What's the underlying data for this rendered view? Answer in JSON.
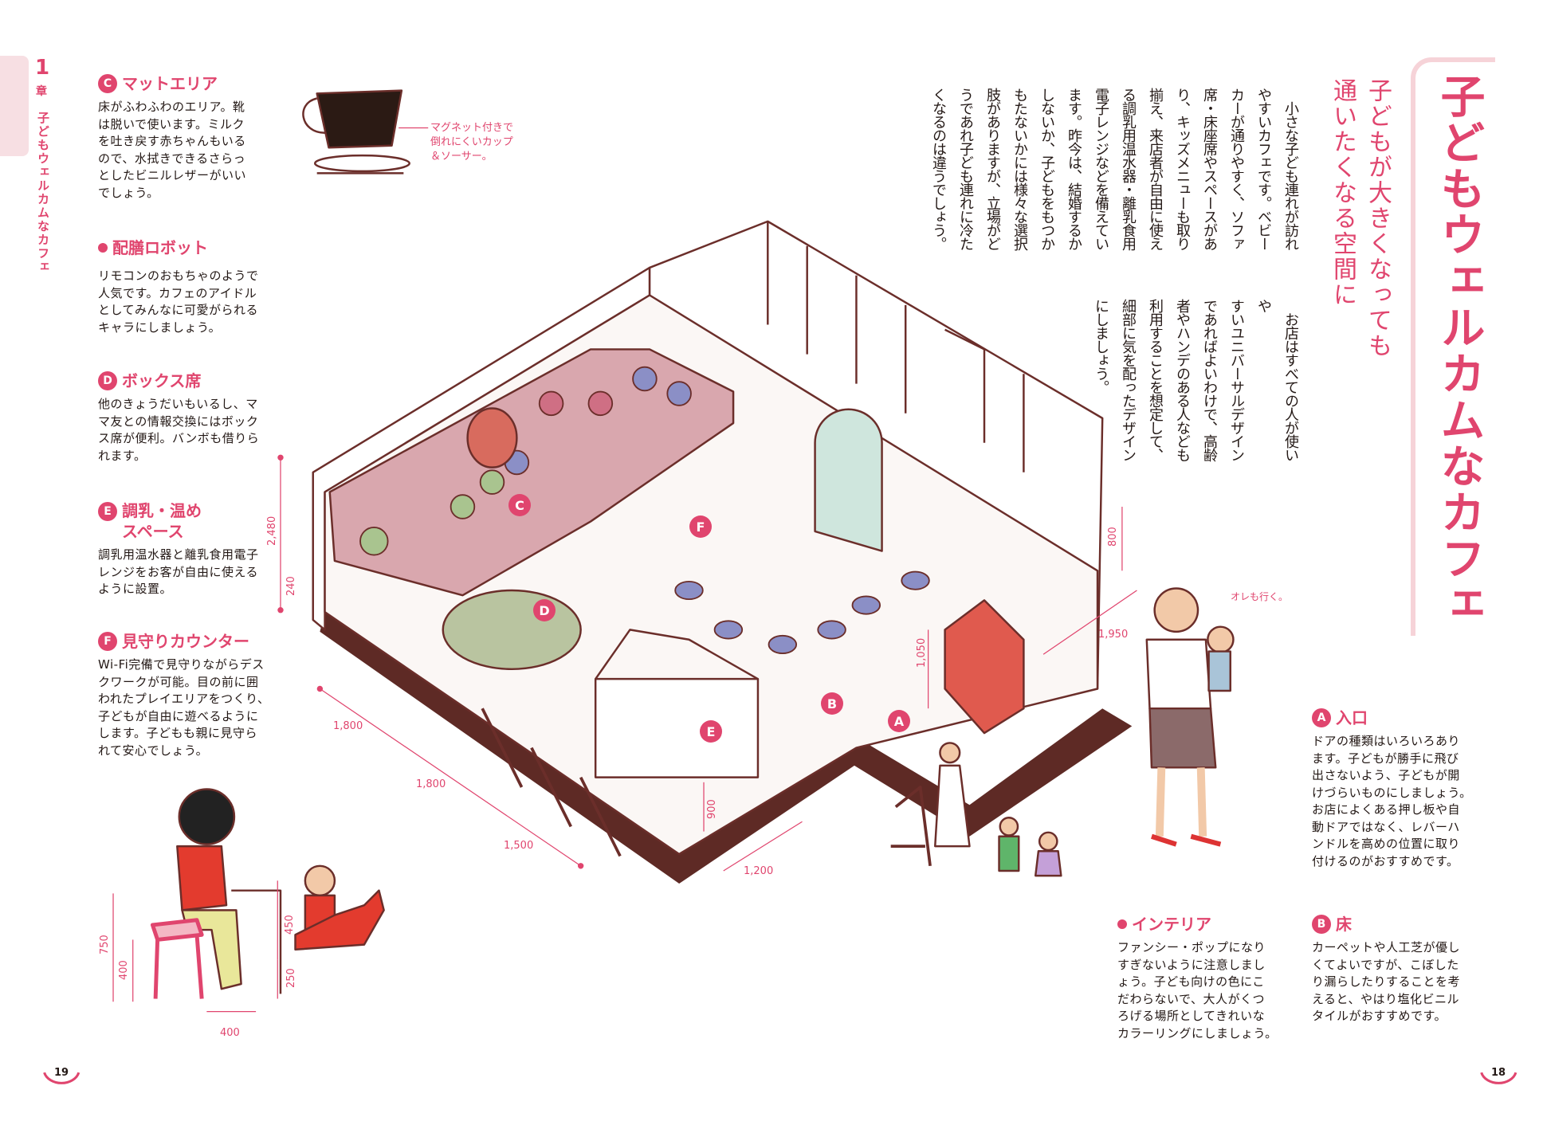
{
  "chapter": {
    "number": "1",
    "kanji": "章",
    "title": "子どもウェルカムなカフェ"
  },
  "title": "子どもウェルカムなカフェ",
  "subtitle": "子どもが大きくなっても\n通いたくなる空間に",
  "body": {
    "paragraph1": "　小さな子ども連れが訪れ\nやすいカフェです。ベビー\nカーが通りやすく、ソファ\n席・床座席やスペースがあ\nり、キッズメニューも取り\n揃え、来店者が自由に使え\nる調乳用温水器・離乳食用\n電子レンジなどを備えてい\nます。昨今は、結婚するか\nしないか、子どもをもつか\nもたないかには様々な選択\n肢がありますが、立場がど\nうであれ子ども連れに冷た\nくなるのは違うでしょう。",
    "paragraph2": "　お店はすべての人が使いや\nすいユニバーサルデザイン\nであればよいわけで、高齢\n者やハンデのある人なども\n利用することを想定して、\n細部に気を配ったデザイン\nにしましょう。"
  },
  "sections": {
    "C": {
      "badge": "C",
      "heading": "マットエリア",
      "text": "床がふわふわのエリア。靴\nは脱いで使います。ミルク\nを吐き戻す赤ちゃんもいる\nので、水拭きできるさらっ\nとしたビニルレザーがいい\nでしょう。"
    },
    "robot": {
      "heading": "配膳ロボット",
      "text": "リモコンのおもちゃのようで\n人気です。カフェのアイドル\nとしてみんなに可愛がられる\nキャラにしましょう。"
    },
    "D": {
      "badge": "D",
      "heading": "ボックス席",
      "text": "他のきょうだいもいるし、マ\nマ友との情報交換にはボック\nス席が便利。バンボも借りら\nれます。"
    },
    "E": {
      "badge": "E",
      "heading": "調乳・温め\nスペース",
      "text": "調乳用温水器と離乳食用電子\nレンジをお客が自由に使える\nように設置。"
    },
    "F": {
      "badge": "F",
      "heading": "見守りカウンター",
      "text": "Wi-Fi完備で見守りながらデス\nクワークが可能。目の前に囲\nわれたプレイエリアをつくり、\n子どもが自由に遊べるように\nします。子どもも親に見守ら\nれて安心でしょう。"
    },
    "A": {
      "badge": "A",
      "heading": "入口",
      "text": "ドアの種類はいろいろあり\nます。子どもが勝手に飛び\n出さないよう、子どもが開\nけづらいものにしましょう。\nお店によくある押し板や自\n動ドアではなく、レバーハ\nンドルを高めの位置に取り\n付けるのがおすすめです。"
    },
    "B": {
      "badge": "B",
      "heading": "床",
      "text": "カーペットや人工芝が優し\nくてよいですが、こぼした\nり漏らしたりすることを考\nえると、やはり塩化ビニル\nタイルがおすすめです。"
    },
    "interior": {
      "heading": "インテリア",
      "text": "ファンシー・ポップになり\nすぎないように注意しまし\nょう。子ども向けの色にこ\nだわらないで、大人がくつ\nろげる場所としてきれいな\nカラーリングにしましょう。"
    }
  },
  "captions": {
    "cup": "マグネット付きで\n倒れにくいカップ\n＆ソーサー。",
    "speech": "オレも行く。"
  },
  "plan_labels": [
    "A",
    "B",
    "C",
    "D",
    "E",
    "F"
  ],
  "dimensions": {
    "wall_height": "2,480",
    "base": "240",
    "left1": "1,800",
    "left2": "1,800",
    "left3": "1,500",
    "partition": "900",
    "front": "1,200",
    "door": "1,050",
    "counter": "1,950",
    "kitchen": "800"
  },
  "desk_dimensions": {
    "desk_height": "750",
    "chair_height": "400",
    "chair_depth": "400",
    "toy_height": "450",
    "toy_seat": "250"
  },
  "page_numbers": {
    "left": "19",
    "right": "18"
  },
  "colors": {
    "accent": "#e0456e",
    "light_pink": "#f6d3d8",
    "line_brown": "#6b2e2a"
  }
}
